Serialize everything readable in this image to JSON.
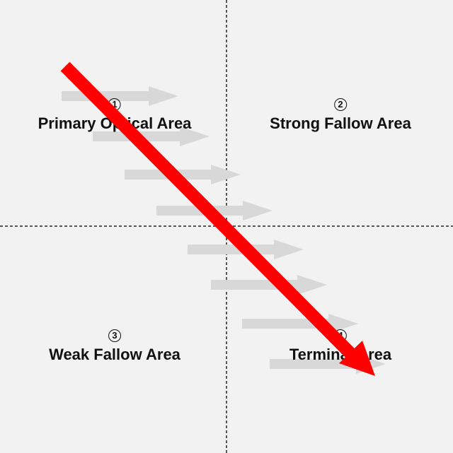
{
  "diagram": {
    "quadrants": [
      {
        "number": "1",
        "label": "Primary Optical Area"
      },
      {
        "number": "2",
        "label": "Strong Fallow Area"
      },
      {
        "number": "3",
        "label": "Weak Fallow Area"
      },
      {
        "number": "4",
        "label": "Terminal Area"
      }
    ],
    "colors": {
      "background": "#f2f2f2",
      "divider": "#222222",
      "reading_arrows": "#d8d8d8",
      "gravity_arrow": "#ff0000",
      "text": "#111111"
    },
    "icons": {
      "reading_arrows": "right-arrow-icon",
      "gravity_arrow": "diagonal-arrow-icon"
    }
  }
}
